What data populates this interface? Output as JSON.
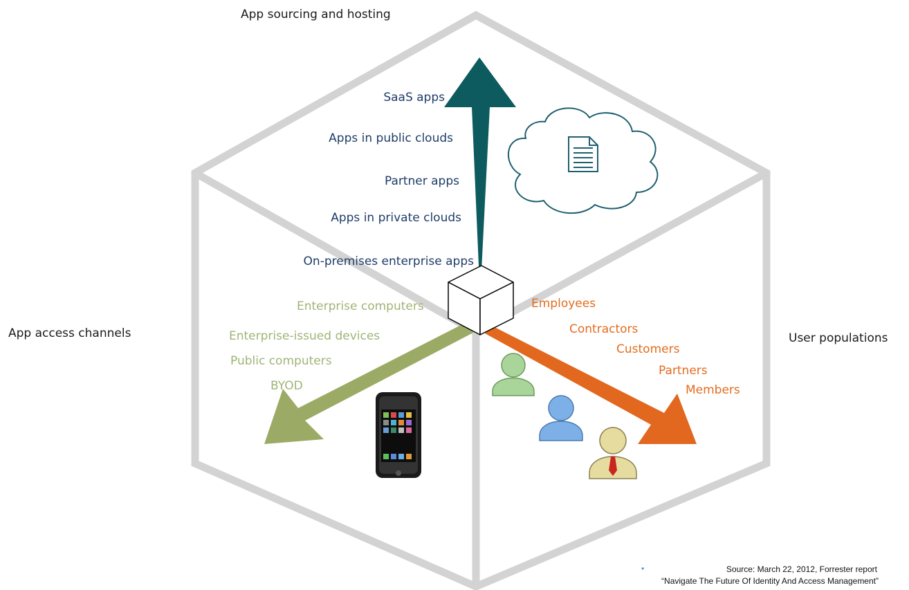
{
  "axes": {
    "top": "App sourcing and hosting",
    "left": "App access channels",
    "right": "User populations"
  },
  "hosting_items": [
    "SaaS apps",
    "Apps in public clouds",
    "Partner apps",
    "Apps in private clouds",
    "On-premises enterprise apps"
  ],
  "channel_items": [
    "Enterprise computers",
    "Enterprise-issued devices",
    "Public computers",
    "BYOD"
  ],
  "user_items": [
    "Employees",
    "Contractors",
    "Customers",
    "Partners",
    "Members"
  ],
  "source": {
    "bullet": "•",
    "line1": "Source: March 22, 2012, Forrester report",
    "line2": "“Navigate The Future Of Identity And Access Management”"
  },
  "colors": {
    "hosting_arrow": "#0e5b5f",
    "channel_arrow": "#9bab66",
    "user_arrow": "#e2671f",
    "hexagon": "#d3d3d3",
    "hosting_text": "#1f3c68",
    "channel_text": "#9fb476",
    "user_text": "#e36c1d"
  },
  "icons": {
    "cloud": "cloud-document-icon",
    "phone": "smartphone-icon",
    "users": "user-group-icon"
  }
}
